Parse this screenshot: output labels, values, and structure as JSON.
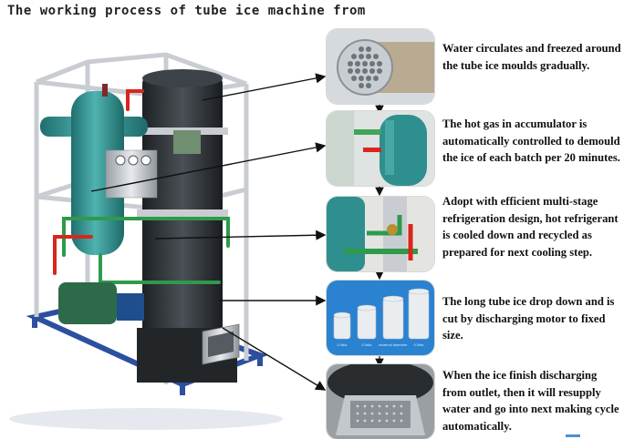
{
  "title": "The working process of tube ice machine from",
  "steps": [
    {
      "text": "Water circulates  and freezed around the tube ice moulds gradually.",
      "image": "tube-bundle-evaporator"
    },
    {
      "text": "The hot gas in accumulator is automatically controlled to demould the ice of each batch per 20 minutes.",
      "image": "green-accumulator-tank"
    },
    {
      "text": "Adopt with efficient multi-stage refrigeration design, hot refrigerant is cooled down and recycled as prepared for next cooling step.",
      "image": "green-refrigeration-piping"
    },
    {
      "text": "The long tube ice drop down and is cut by discharging motor to fixed size.",
      "image": "cylindrical-tube-ice-samples"
    },
    {
      "text": "When the ice finish discharging from outlet, then it will resupply water and go into next making cycle automatically.",
      "image": "ice-discharge-outlet"
    }
  ],
  "ice_labels": [
    "0.5dia",
    "0.5dia",
    "external diameter",
    "0.5dia"
  ],
  "colors": {
    "frame": "#c9cdd2",
    "tank": "#2f8f8f",
    "evaporator": "#2b2f33",
    "pipe_green": "#2e9a4a",
    "pipe_red": "#d9261c",
    "base": "#2c4fa0",
    "thumb_blue": "#2a82d0"
  }
}
